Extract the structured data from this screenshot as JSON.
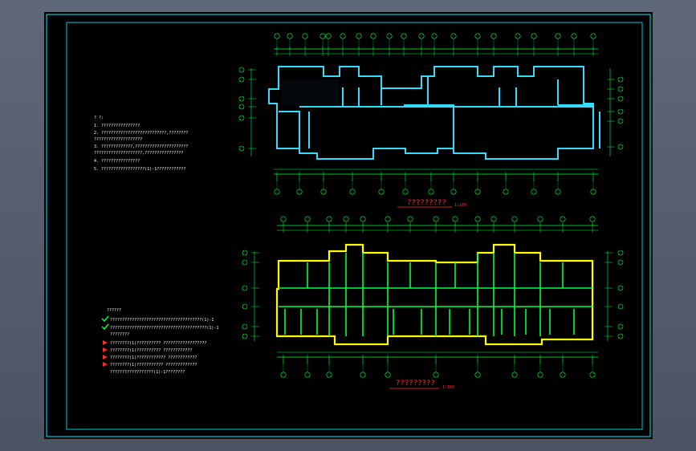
{
  "drawing": {
    "frame_color": "#00c8d8",
    "line_green": "#00ff3c",
    "wall_cyan": "#33dcff",
    "wall_yellow": "#ffff00",
    "text_red": "#ff2a2a"
  },
  "plan_top": {
    "title": "?????????",
    "scale": "1:100"
  },
  "plan_bottom": {
    "title": "?????????",
    "scale": "1:100"
  },
  "notes_top": {
    "heading": "? ?:",
    "lines": [
      "1. ????????????????",
      "2. ???????????????????????????,????????",
      "   ????????????????????",
      "3. ?????????????,??????????????????????",
      "   ????????????????????,????????????????",
      "4. ????????????????",
      "5. ??????????????????(1)-1????????????"
    ]
  },
  "notes_bottom": {
    "heading": "??????",
    "lines": [
      "??????????????????????????????????????(1)-1",
      "????????????????????????????????????????(1)-1",
      "????????",
      "????????(1)??????????      ??????????????????",
      "????????(1)??????????      ????????????",
      "????????(1)????????????      ????????????",
      "????????(1)???????????      ?????????????"
    ],
    "footer": "??????????????????(1)-1????????"
  }
}
